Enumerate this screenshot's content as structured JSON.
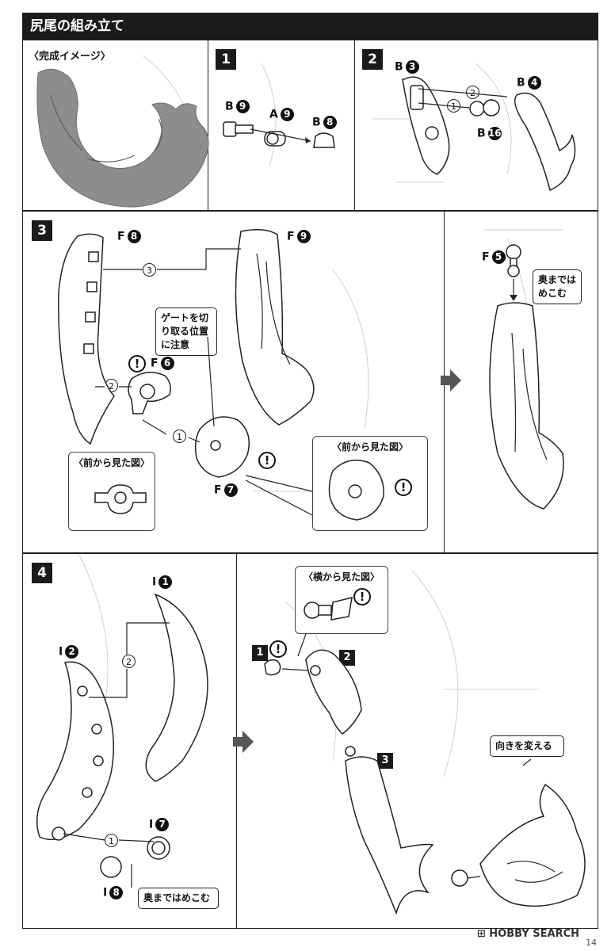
{
  "header": {
    "title": "尻尾の組み立て"
  },
  "preview": {
    "caption": "〈完成イメージ〉"
  },
  "steps": {
    "s1": {
      "num": "1"
    },
    "s2": {
      "num": "2"
    },
    "s3": {
      "num": "3"
    },
    "s4": {
      "num": "4"
    }
  },
  "parts": {
    "B9": {
      "letter": "B",
      "num": "9"
    },
    "A9": {
      "letter": "A",
      "num": "9"
    },
    "B8": {
      "letter": "B",
      "num": "8"
    },
    "B3": {
      "letter": "B",
      "num": "3"
    },
    "B4": {
      "letter": "B",
      "num": "4"
    },
    "B16": {
      "letter": "B",
      "num": "16"
    },
    "F8": {
      "letter": "F",
      "num": "8"
    },
    "F9": {
      "letter": "F",
      "num": "9"
    },
    "F6": {
      "letter": "F",
      "num": "6"
    },
    "F7": {
      "letter": "F",
      "num": "7"
    },
    "F5": {
      "letter": "F",
      "num": "5"
    },
    "I1": {
      "letter": "I",
      "num": "1"
    },
    "I2": {
      "letter": "I",
      "num": "2"
    },
    "I7": {
      "letter": "I",
      "num": "7"
    },
    "I8": {
      "letter": "I",
      "num": "8"
    }
  },
  "order_marks": {
    "one": "1",
    "two": "2",
    "three": "3"
  },
  "notes": {
    "gate_warning": "ゲートを切り取る位置に注意",
    "press_fully": "奥まではめこむ",
    "front_view": "〈前から見た図〉",
    "side_view": "〈横から見た図〉",
    "change_direction": "向きを変える",
    "caution_symbol": "!"
  },
  "sub_steps": {
    "one": "1",
    "two": "2",
    "three": "3"
  },
  "footer": {
    "watermark": "HOBBY SEARCH",
    "page": "14"
  },
  "colors": {
    "header_bg": "#1b1b1b",
    "line": "#222222",
    "preview_gray": "#8d8d8d"
  }
}
